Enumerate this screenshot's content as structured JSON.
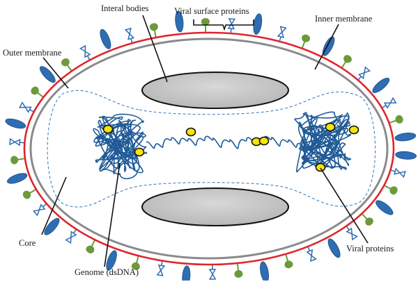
{
  "labels": {
    "interal_bodies": "Interal bodies",
    "viral_surface_proteins": "Viral surface proteins",
    "inner_membrane": "Inner membrane",
    "outer_membrane": "Outer membrane",
    "core": "Core",
    "genome": "Genome (dsDNA)",
    "viral_proteins": "Viral proteins"
  },
  "colors": {
    "outer_membrane": "#e0242b",
    "inner_membrane": "#8a8a8a",
    "lateral_body_fill": "#c8c8c8",
    "dna": "#1f5a96",
    "core_outline": "#3f7fc4",
    "viral_protein": "#f5e40c",
    "spike_blue": "#2e6db3",
    "spike_green": "#6c9a3a"
  }
}
